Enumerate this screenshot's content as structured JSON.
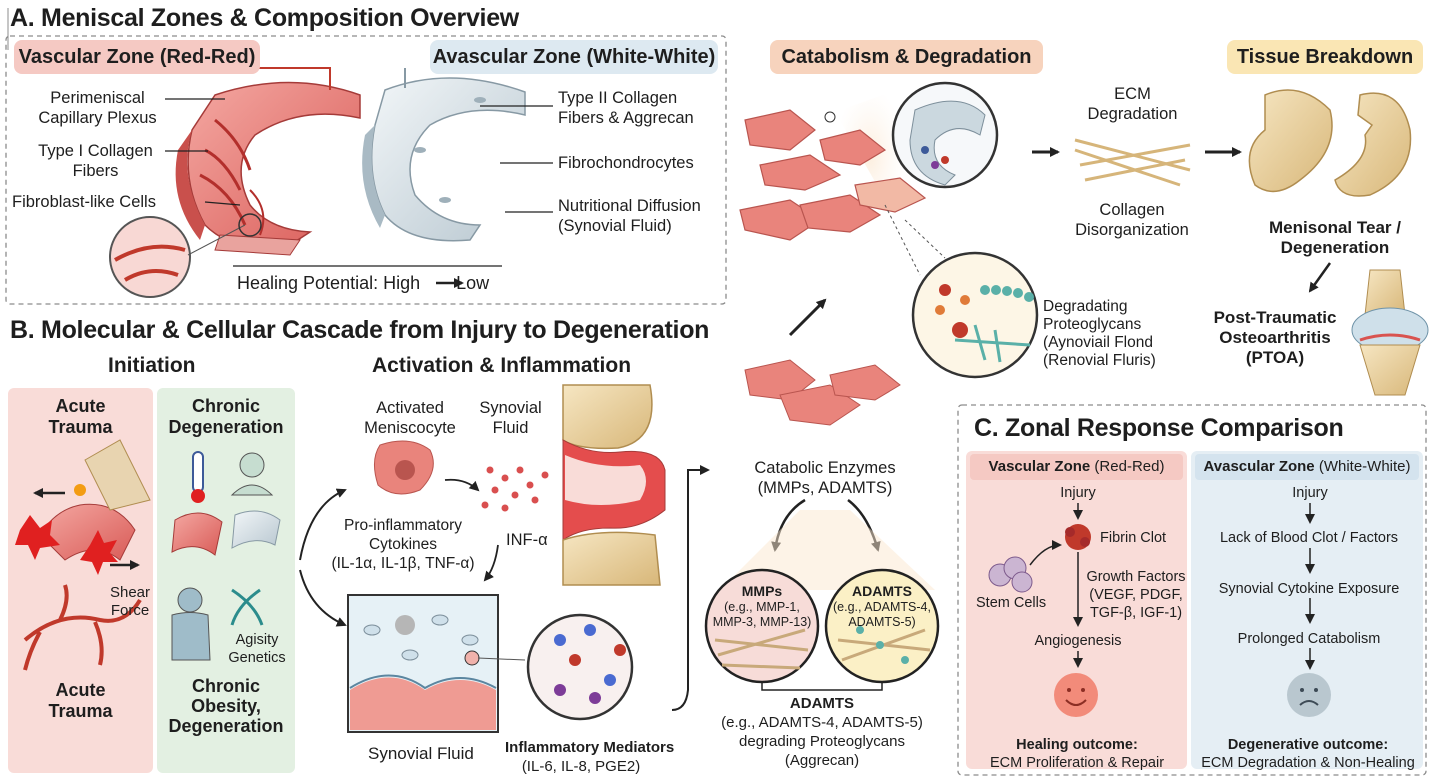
{
  "sectionA": {
    "title": "A. Meniscal Zones & Composition Overview",
    "vascular_pill": "Vascular Zone (Red-Red)",
    "avascular_pill": "Avascular Zone (White-White)",
    "labels_left": [
      "Perimeniscal",
      "Capillary Plexus",
      "Type I Collagen",
      "Fibers",
      "Fibroblast-like Cells"
    ],
    "labels_right": [
      "Type II Collagen",
      "Fibers & Aggrecan",
      "Fibrochondrocytes",
      "Nutritional Diffusion",
      "(Synovial Fluid)"
    ],
    "healing_potential": "Healing Potential: High",
    "healing_low": "Low"
  },
  "catabolism": {
    "pill": "Catabolism & Degradation",
    "ecm": [
      "ECM",
      "Degradation"
    ],
    "collagen": [
      "Collagen",
      "Disorganization"
    ],
    "proteoglycans": [
      "Degradating",
      "Proteoglycans",
      "(Aynoviail Flond",
      "(Renovial Fluris)"
    ]
  },
  "breakdown": {
    "pill": "Tissue Breakdown",
    "tear": [
      "Menisonal Tear /",
      "Degeneration"
    ],
    "ptoa": [
      "Post-Traumatic",
      "Osteoarthritis",
      "(PTOA)"
    ]
  },
  "sectionB": {
    "title": "B. Molecular & Cellular Cascade from Injury to Degeneration",
    "initiation": "Initiation",
    "activation": "Activation & Inflammation",
    "acute_top": [
      "Acute",
      "Trauma"
    ],
    "acute_bottom": [
      "Acute",
      "Trauma"
    ],
    "shear": [
      "Shear",
      "Force"
    ],
    "chronic_top": [
      "Chronic",
      "Degeneration"
    ],
    "chronic_bottom": [
      "Chronic",
      "Obesity,",
      "Degeneration"
    ],
    "agisity": [
      "Agisity",
      "Genetics"
    ],
    "meniscocyte": [
      "Activated",
      "Meniscocyte"
    ],
    "synovial_fluid_top": [
      "Synovial",
      "Fluid"
    ],
    "cytokines": [
      "Pro-inflammatory",
      "Cytokines",
      "(IL-1α, IL-1β, TNF-α)"
    ],
    "inf": "INF-α",
    "synovial_fluid_bottom": "Synovial Fluid",
    "mediators": [
      "Inflammatory Mediators",
      "(IL-6, IL-8, PGE2)"
    ],
    "catabolic": [
      "Catabolic Enzymes",
      "(MMPs, ADAMTS)"
    ],
    "mmps": [
      "MMPs",
      "(e.g., MMP-1,",
      "MMP-3, MMP-13)"
    ],
    "adamts_circle": [
      "ADAMTS",
      "(e.g., ADAMTS-4,",
      "ADAMTS-5)"
    ],
    "adamts_bottom": [
      "ADAMTS",
      "(e.g., ADAMTS-4, ADAMTS-5)",
      "degrading Proteoglycans",
      "(Aggrecan)"
    ]
  },
  "sectionC": {
    "title": "C. Zonal Response Comparison",
    "vascular_head_bold": "Vascular Zone",
    "vascular_head_rest": " (Red-Red)",
    "avascular_head_bold": "Avascular Zone",
    "avascular_head_rest": " (White-White)",
    "vascular_steps": {
      "injury": "Injury",
      "clot": "Fibrin Clot",
      "stem": "Stem Cells",
      "growth": [
        "Growth Factors",
        "(VEGF, PDGF,",
        "TGF-β, IGF-1)"
      ],
      "angio": "Angiogenesis",
      "outcome_bold": "Healing outcome:",
      "outcome": "ECM Proliferation & Repair"
    },
    "avascular_steps": {
      "injury": "Injury",
      "lack": "Lack of Blood Clot / Factors",
      "exposure": "Synovial Cytokine Exposure",
      "catabolism": "Prolonged Catabolism",
      "outcome_bold": "Degenerative outcome:",
      "outcome": "ECM Degradation & Non-Healing"
    }
  },
  "colors": {
    "red_pill": "#f5c9c3",
    "blue_pill": "#dde9f1",
    "peach_pill": "#f7d3bd",
    "yellow_pill": "#fae6b4",
    "green_panel": "#e3f0e2",
    "pink_panel": "#f9dcd8",
    "tissue_red": "#e77b76",
    "tissue_white": "#dfe7ec"
  }
}
